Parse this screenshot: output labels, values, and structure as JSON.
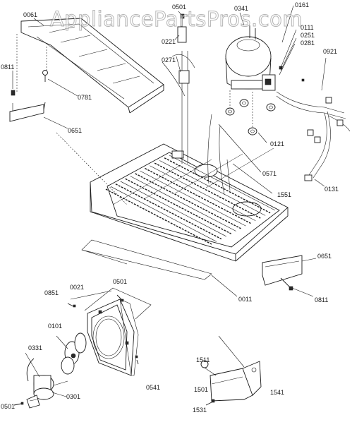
{
  "watermark": "AppliancePartsPros.com",
  "callouts": {
    "c0061": "0061",
    "c0501_top": "0501",
    "c0221": "0221",
    "c0341": "0341",
    "c0161": "0161",
    "c0111": "0111",
    "c0251": "0251",
    "c0281": "0281",
    "c0811_left": "0811",
    "c0271": "0271",
    "c0921": "0921",
    "c0781": "0781",
    "c0651_left": "0651",
    "c0121": "0121",
    "c0571": "0571",
    "c1551": "1551",
    "c0131": "0131",
    "c0651_right": "0651",
    "c0811_right": "0811",
    "c0011": "0011",
    "c0851": "0851",
    "c0021": "0021",
    "c0501_mid": "0501",
    "c0101": "0101",
    "c0331": "0331",
    "c0541": "0541",
    "c0301": "0301",
    "c0501_bottom": "0501",
    "c1511": "1511",
    "c1501": "1501",
    "c1541": "1541",
    "c1531": "1531"
  }
}
